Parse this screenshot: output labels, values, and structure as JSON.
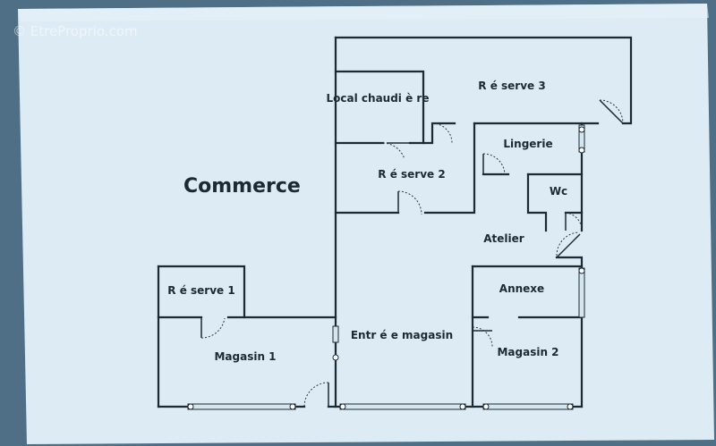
{
  "watermark": "© EtreProprio.com",
  "title": "Commerce",
  "rooms": {
    "reserve3": "R é serve 3",
    "chaufferie": "Local chaudi è re",
    "lingerie": "Lingerie",
    "reserve2": "R é serve 2",
    "wc": "Wc",
    "atelier": "Atelier",
    "reserve1": "R é serve 1",
    "annexe": "Annexe",
    "magasin1": "Magasin 1",
    "entree": "Entr é e magasin",
    "magasin2": "Magasin 2"
  },
  "colors": {
    "background": "#4f6f86",
    "paper": "#dcebf4",
    "ink": "#1b2a33"
  }
}
